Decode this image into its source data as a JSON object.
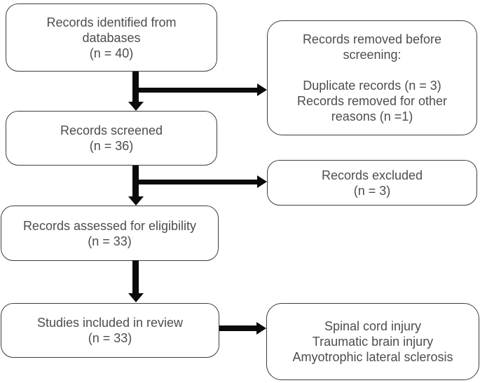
{
  "diagram": {
    "type": "prisma-flowchart",
    "colors": {
      "background": "#ffffff",
      "box_border": "#3e3e3e",
      "text": "#4d4d4d",
      "arrow": "#0a0a0a"
    },
    "boxes": {
      "identified": {
        "text": "Records identified from\ndatabases\n(n = 40)"
      },
      "removed": {
        "text": "Records removed before\nscreening:\n\nDuplicate records (n = 3)\nRecords removed for other\nreasons (n =1)"
      },
      "screened": {
        "text": "Records screened\n(n = 36)"
      },
      "excluded": {
        "text": "Records excluded\n(n = 3)"
      },
      "assessed": {
        "text": "Records assessed for eligibility\n(n = 33)"
      },
      "included": {
        "text": "Studies included in review\n(n = 33)"
      },
      "conditions": {
        "text": "Spinal cord injury\nTraumatic brain injury\nAmyotrophic lateral sclerosis"
      }
    }
  }
}
